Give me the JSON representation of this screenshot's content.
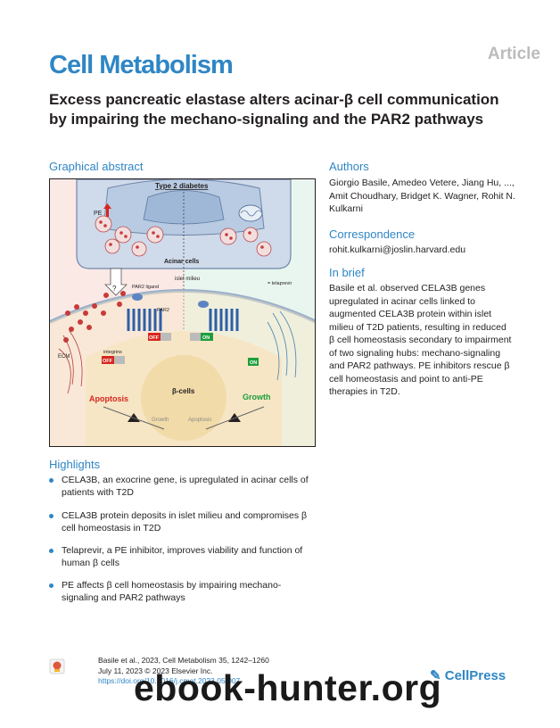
{
  "header": {
    "article_label": "Article",
    "journal": "Cell Metabolism",
    "title": "Excess pancreatic elastase alters acinar-β cell communication by impairing the mechano-signaling and the PAR2 pathways"
  },
  "graphical_abstract": {
    "heading": "Graphical abstract",
    "labels": {
      "top_title": "Type 2 diabetes",
      "pe": "PE",
      "acinar_cells": "Acinar cells",
      "islet_milieu": "islet milieu",
      "telaprevir": "= telaprevir",
      "question": "?",
      "par2_ligand": "PAR2\nligand",
      "par2": "PAR2",
      "integrins": "integrins",
      "ecm": "ECM",
      "off": "OFF",
      "on": "ON",
      "beta_cells": "β-cells",
      "apoptosis": "Apoptosis",
      "growth": "Growth",
      "growth_small": "Growth",
      "apoptosis_small": "Apoptosis"
    }
  },
  "authors": {
    "heading": "Authors",
    "text": "Giorgio Basile, Amedeo Vetere, Jiang Hu, ..., Amit Choudhary, Bridget K. Wagner, Rohit N. Kulkarni"
  },
  "correspondence": {
    "heading": "Correspondence",
    "email": "rohit.kulkarni@joslin.harvard.edu"
  },
  "in_brief": {
    "heading": "In brief",
    "text": "Basile et al. observed CELA3B genes upregulated in acinar cells linked to augmented CELA3B protein within islet milieu of T2D patients, resulting in reduced β cell homeostasis secondary to impairment of two signaling hubs: mechano-signaling and PAR2 pathways. PE inhibitors rescue β cell homeostasis and point to anti-PE therapies in T2D."
  },
  "highlights": {
    "heading": "Highlights",
    "items": [
      "CELA3B, an exocrine gene, is upregulated in acinar cells of patients with T2D",
      "CELA3B protein deposits in islet milieu and compromises β cell homeostasis in T2D",
      "Telaprevir, a PE inhibitor, improves viability and function of human β cells",
      "PE affects β cell homeostasis by impairing mechano-signaling and PAR2 pathways"
    ]
  },
  "citation": {
    "line1": "Basile et al., 2023, Cell Metabolism 35, 1242–1260",
    "line2": "July 11, 2023 © 2023 Elsevier Inc.",
    "doi": "https://doi.org/10.1016/j.cmet.2023.05.007"
  },
  "footer": {
    "publisher": "CellPress",
    "watermark": "ebook-hunter.org"
  },
  "colors": {
    "accent": "#2f86c5",
    "apoptosis_red": "#d7261e",
    "growth_green": "#1e9e3b"
  },
  "icons": [
    "crossmark-icon",
    "cellpress-logo-icon"
  ]
}
